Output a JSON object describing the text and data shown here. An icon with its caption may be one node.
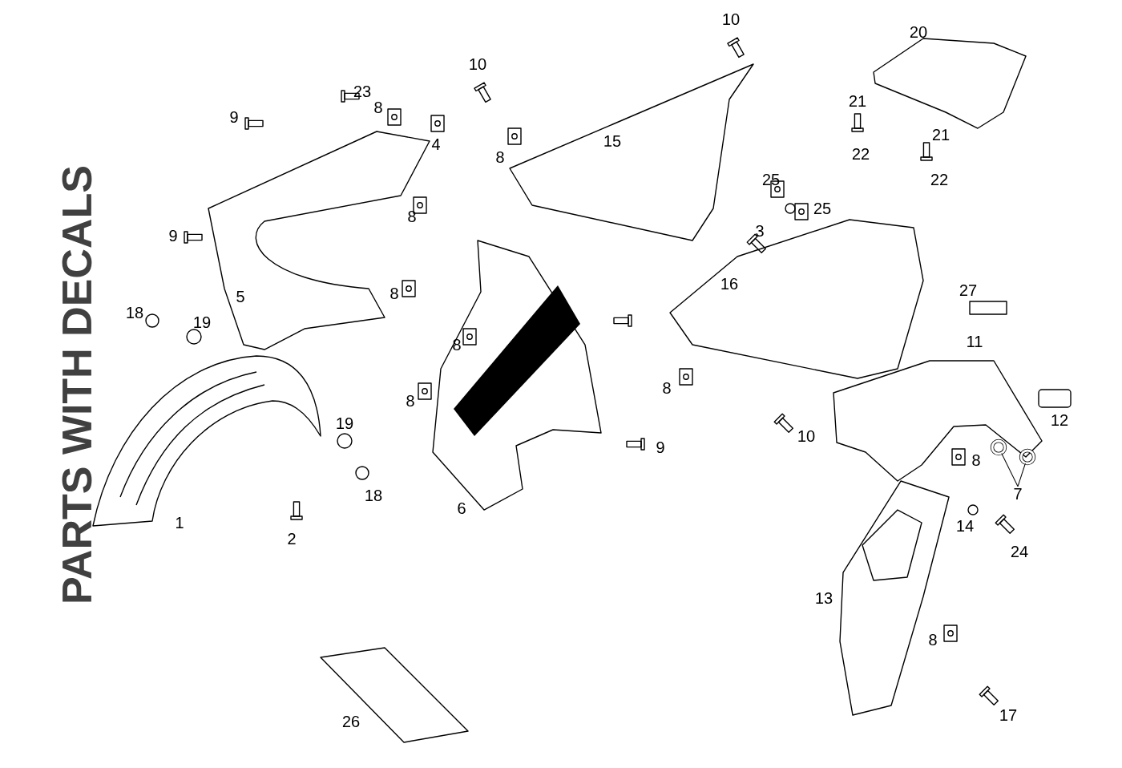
{
  "diagram": {
    "title": "PARTS WITH DECALS",
    "nodes": [
      {
        "text": [
          "7"
        ]
      },
      {
        "text": [],
        "shape": "circle"
      },
      {
        "text": [],
        "shape": "circle"
      }
    ],
    "edges": [
      {
        "from": 0,
        "to": 1,
        "arrow": "none"
      },
      {
        "from": 0,
        "to": 2,
        "arrow": "none"
      }
    ],
    "labels": [
      "10",
      "20",
      "10",
      "23",
      "8",
      "9",
      "4",
      "21",
      "21",
      "8",
      "15",
      "22",
      "22",
      "25",
      "8",
      "25",
      "3",
      "9",
      "16",
      "8",
      "5",
      "18",
      "19",
      "27",
      "8",
      "11",
      "8",
      "8",
      "12",
      "19",
      "10",
      "9",
      "8",
      "18",
      "6",
      "1",
      "2",
      "14",
      "24",
      "13",
      "8",
      "26",
      "17"
    ]
  }
}
